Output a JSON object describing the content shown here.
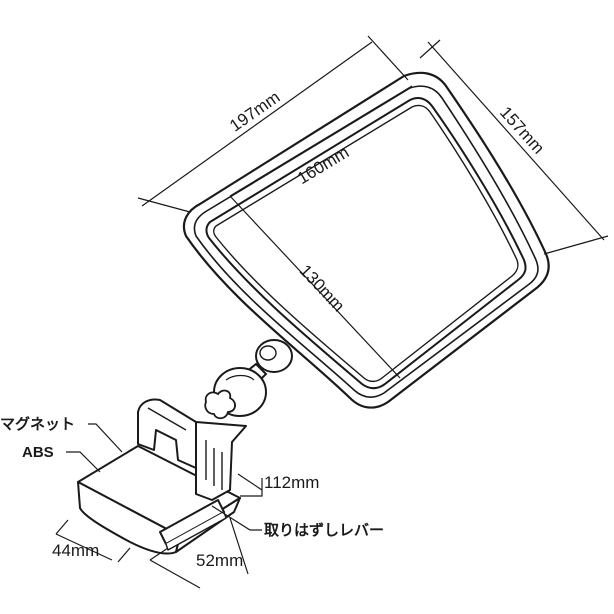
{
  "dimensions": {
    "mirror_outer_width": "197mm",
    "mirror_outer_height": "157mm",
    "mirror_inner_width": "160mm",
    "mirror_inner_height": "130mm",
    "base_height": "112mm",
    "base_depth": "44mm",
    "base_width": "52mm"
  },
  "callouts": {
    "magnet": "マグネット",
    "material": "ABS",
    "release_lever": "取りはずしレバー"
  }
}
